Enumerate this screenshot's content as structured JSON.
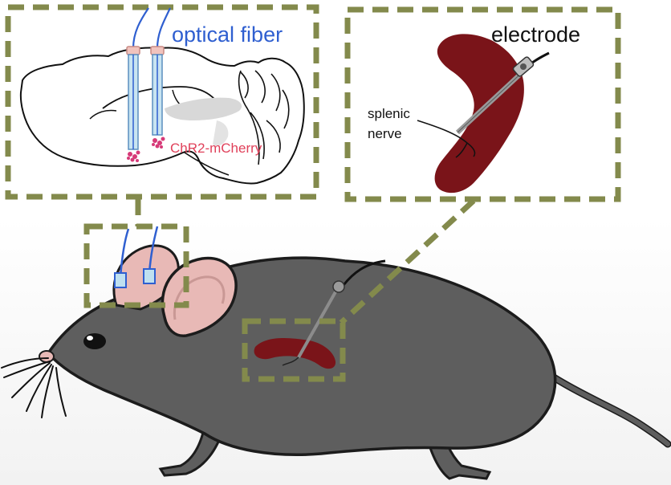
{
  "labels": {
    "optical_fiber": "optical fiber",
    "chr2": "ChR2-mCherry",
    "electrode": "electrode",
    "splenic_line1": "splenic",
    "splenic_line2": "nerve"
  },
  "colors": {
    "callout_box": "#838a4c",
    "fiber_blue": "#2f5fd0",
    "chr2_red": "#e0405a",
    "spleen": "#7a1419",
    "mouse_body": "#5e5e5e",
    "mouse_outline": "#1c1c1c",
    "ear_inner": "#e8b9b6",
    "brain_outline": "#111111",
    "electrode_grey": "#9a9a9a"
  },
  "icons": {
    "mouse": "mouse-illustration",
    "brain": "brain-sagittal-section",
    "spleen": "spleen-organ",
    "electrode": "cuff-electrode"
  }
}
